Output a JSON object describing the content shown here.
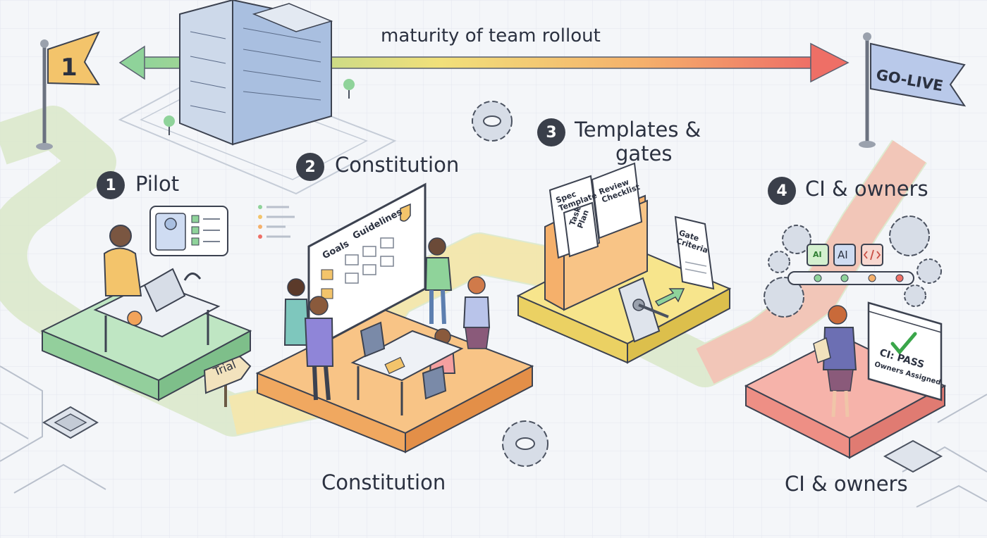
{
  "timeline": {
    "label": "maturity of team rollout",
    "start_flag": "1",
    "end_flag": "GO-LIVE"
  },
  "stages": [
    {
      "number": "1",
      "label": "Pilot"
    },
    {
      "number": "2",
      "label": "Constitution"
    },
    {
      "number": "3",
      "label": "Templates &",
      "label2": "gates"
    },
    {
      "number": "4",
      "label": "CI & owners"
    }
  ],
  "signs": {
    "trial": "Trial"
  },
  "whiteboard": {
    "goals": "Goals",
    "guidelines": "Guidelines"
  },
  "documents": {
    "spec_template_1": "Spec",
    "spec_template_2": "Template",
    "task_plan_1": "Task",
    "task_plan_2": "Plan",
    "review_checklist_1": "Review",
    "review_checklist_2": "Checklist",
    "gate_criteria_1": "Gate",
    "gate_criteria_2": "Criteria"
  },
  "pipeline": {
    "ai_badge": "AI",
    "ai_small": "AI"
  },
  "ci_panel": {
    "status": "CI: PASS",
    "owners": "Owners Assigned"
  },
  "footer_labels": {
    "left": "Constitution",
    "right": "CI & owners"
  }
}
